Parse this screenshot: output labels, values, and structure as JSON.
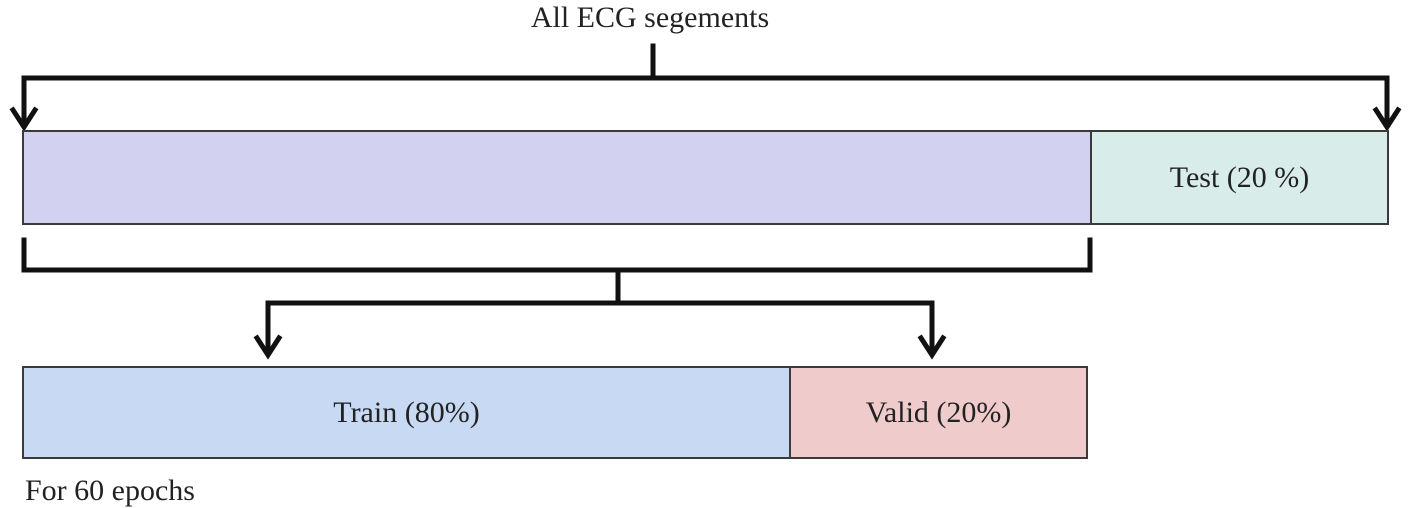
{
  "title": "All ECG segements",
  "segments": {
    "all_color": "#d2d2f0",
    "test": {
      "label": "Test (20 %)",
      "fraction": 0.2,
      "color": "#d8ecea"
    },
    "train": {
      "label": "Train (80%)",
      "fraction": 0.8,
      "color": "#c8d9f3"
    },
    "valid": {
      "label": "Valid (20%)",
      "fraction": 0.2,
      "color": "#f0cbcb"
    }
  },
  "footer": "For 60 epochs",
  "colors": {
    "stroke": "#111111",
    "border": "#3a3a3a"
  }
}
